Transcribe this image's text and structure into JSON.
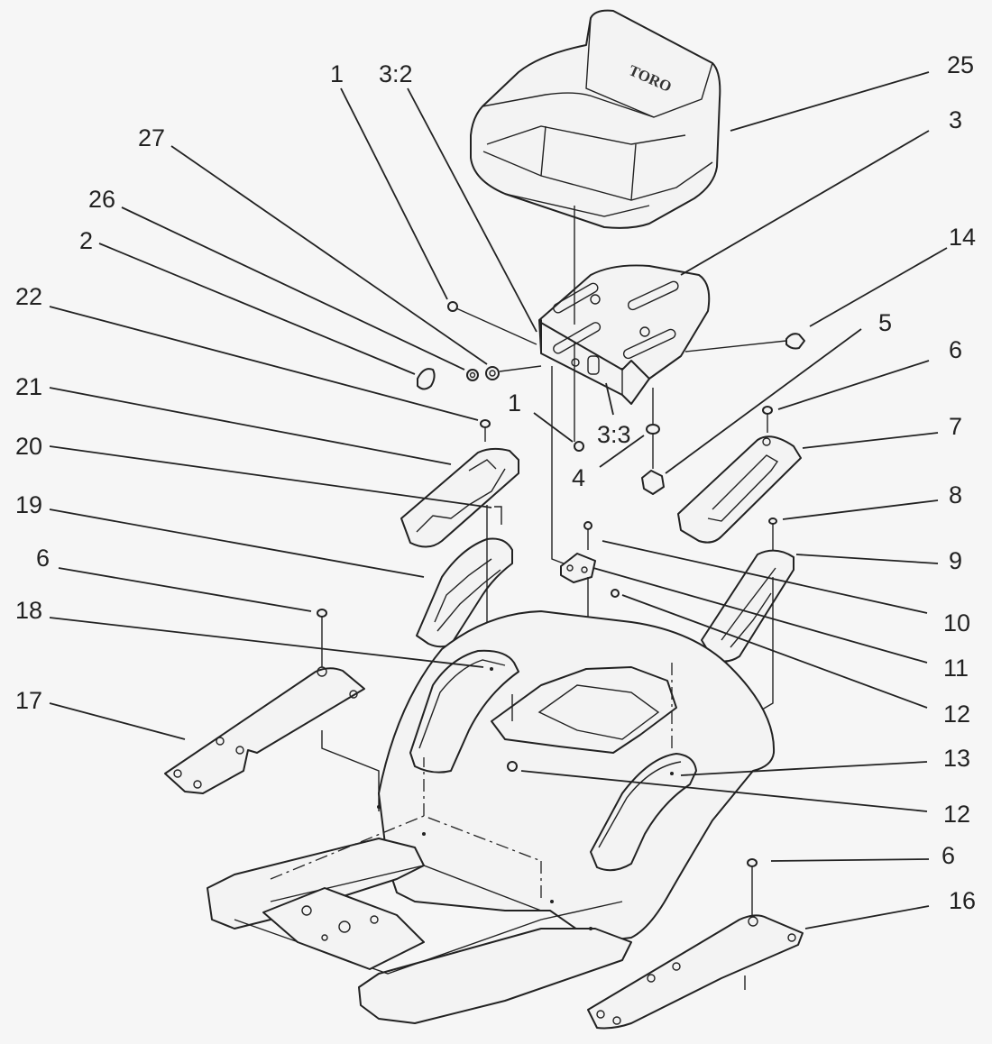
{
  "brand": "TORO",
  "callouts": [
    {
      "id": "c25",
      "text": "25"
    },
    {
      "id": "c3",
      "text": "3"
    },
    {
      "id": "c14",
      "text": "14"
    },
    {
      "id": "c5",
      "text": "5"
    },
    {
      "id": "c6a",
      "text": "6"
    },
    {
      "id": "c7",
      "text": "7"
    },
    {
      "id": "c8",
      "text": "8"
    },
    {
      "id": "c9",
      "text": "9"
    },
    {
      "id": "c10",
      "text": "10"
    },
    {
      "id": "c11",
      "text": "11"
    },
    {
      "id": "c12a",
      "text": "12"
    },
    {
      "id": "c13",
      "text": "13"
    },
    {
      "id": "c12b",
      "text": "12"
    },
    {
      "id": "c6c",
      "text": "6"
    },
    {
      "id": "c16",
      "text": "16"
    },
    {
      "id": "c1a",
      "text": "1"
    },
    {
      "id": "c3_2",
      "text": "3:2"
    },
    {
      "id": "c27",
      "text": "27"
    },
    {
      "id": "c26",
      "text": "26"
    },
    {
      "id": "c2",
      "text": "2"
    },
    {
      "id": "c22",
      "text": "22"
    },
    {
      "id": "c21",
      "text": "21"
    },
    {
      "id": "c20",
      "text": "20"
    },
    {
      "id": "c19",
      "text": "19"
    },
    {
      "id": "c6b",
      "text": "6"
    },
    {
      "id": "c18",
      "text": "18"
    },
    {
      "id": "c17",
      "text": "17"
    },
    {
      "id": "c1b",
      "text": "1"
    },
    {
      "id": "c3_3",
      "text": "3:3"
    },
    {
      "id": "c4",
      "text": "4"
    }
  ]
}
